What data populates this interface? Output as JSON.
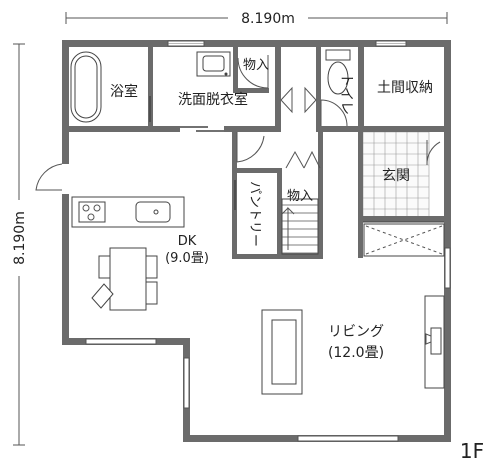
{
  "dimensions": {
    "top": "8.190m",
    "left": "8.190m"
  },
  "floor_label": "1F",
  "rooms": {
    "bath": "浴室",
    "washroom": "洗面脱衣室",
    "storage1": "物入",
    "toilet": "トイレ",
    "earthen_storage": "土間収納",
    "entrance": "玄関",
    "pantry": "パントリー",
    "storage2": "物入",
    "dk_name": "DK",
    "dk_size": "(9.0畳)",
    "living_name": "リビング",
    "living_size": "(12.0畳)"
  }
}
